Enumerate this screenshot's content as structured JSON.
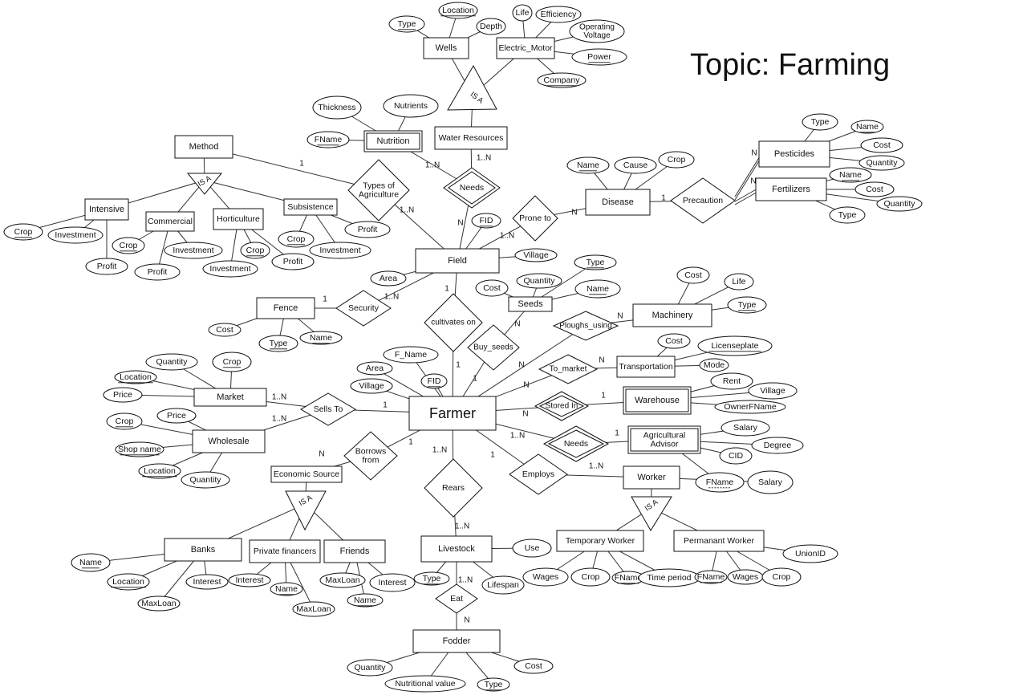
{
  "title": "Topic: Farming",
  "nodes": {
    "farmer": "Farmer",
    "field": "Field",
    "wells": "Wells",
    "electric_motor": "Electric_Motor",
    "water_resources": "Water Resources",
    "nutrition": "Nutrition",
    "method": "Method",
    "intensive": "Intensive",
    "commercial": "Commercial",
    "horticulture": "Horticulture",
    "subsistence": "Subsistence",
    "disease": "Disease",
    "pesticides": "Pesticides",
    "fertilizers": "Fertilizers",
    "seeds": "Seeds",
    "machinery": "Machinery",
    "fence": "Fence",
    "transportation": "Transportation",
    "warehouse": "Warehouse",
    "agri_advisor_l1": "Agricultural",
    "agri_advisor_l2": "Advisor",
    "worker": "Worker",
    "market": "Market",
    "wholesale": "Wholesale",
    "economic_source": "Economic Source",
    "banks": "Banks",
    "private_financers": "Private financers",
    "friends": "Friends",
    "livestock": "Livestock",
    "fodder": "Fodder",
    "temporary_worker": "Temporary Worker",
    "permanent_worker": "Permanant Worker",
    "needs_wr": "Needs",
    "types_of_agri_l1": "Types of",
    "types_of_agri_l2": "Agriculture",
    "prone_to": "Prone to",
    "precaution": "Precaution",
    "security": "Security",
    "cultivates_on": "cultivates on",
    "buy_seeds": "Buy_seeds",
    "ploughs_using": "Ploughs_using",
    "to_market": "To_market",
    "stored_in": "Stored In",
    "needs_adv": "Needs",
    "employs": "Employs",
    "sells_to": "Sells To",
    "borrows_l1": "Borrows",
    "borrows_l2": "from",
    "rears": "Rears",
    "eat": "Eat",
    "isa": "IS A"
  },
  "attributes": {
    "location": "Location",
    "type": "Type",
    "depth": "Depth",
    "life": "Life",
    "efficiency": "Efficiency",
    "op_volt_l1": "Operating",
    "op_volt_l2": "Voltage",
    "power": "Power",
    "company": "Company",
    "thickness": "Thickness",
    "nutrients": "Nutrients",
    "fname": "FName",
    "name": "Name",
    "cost": "Cost",
    "quantity": "Quantity",
    "cause": "Cause",
    "crop": "Crop",
    "investment": "Investment",
    "profit": "Profit",
    "fid": "FID",
    "village": "Village",
    "area": "Area",
    "f_name": "F_Name",
    "licenseplate": "Licenseplate",
    "mode": "Mode",
    "rent": "Rent",
    "owner_fname": "OwnerFName",
    "salary": "Salary",
    "degree": "Degree",
    "cid": "CID",
    "price": "Price",
    "shop_name": "Shop name",
    "interest": "Interest",
    "maxloan": "MaxLoan",
    "use": "Use",
    "lifespan": "Lifespan",
    "wages": "Wages",
    "time_period": "Time period",
    "union_id": "UnionID",
    "nutritional_value": "Nutritional value"
  },
  "cardinalities": {
    "one": "1",
    "many": "N",
    "one_to_many": "1..N"
  }
}
